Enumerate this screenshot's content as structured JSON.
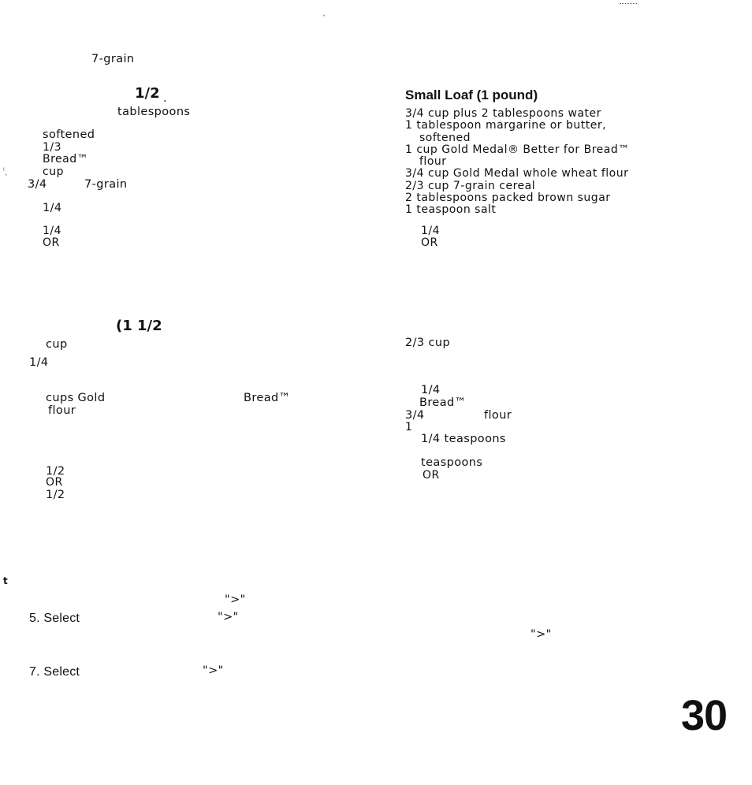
{
  "left_col": {
    "l1": "7-grain",
    "l2": "1/2",
    "l2_dot": ".",
    "l3": "tablespoons",
    "l4": "softened",
    "l5": "1/3",
    "l6": "Bread™",
    "l7": "cup",
    "l8a": "3/4",
    "l8b": "7-grain",
    "l9": "1/4",
    "l10": "1/4",
    "l11": "OR",
    "heading2": "(1 1/2",
    "l12": "cup",
    "l13": "1/4",
    "l14a": "cups Gold",
    "l14b": "Bread™",
    "l15": "flour",
    "l16": "1/2",
    "l17": "OR",
    "l18": "1/2",
    "stray_t": "t",
    "quote1": "\">\"",
    "step5": "5. Select",
    "quote2": "\">\"",
    "step7": "7. Select",
    "quote3": "\">\""
  },
  "right_col": {
    "heading": "Small Loaf (1 pound)",
    "ingredients": [
      {
        "text": "3/4 cup plus 2 tablespoons water",
        "indent": false
      },
      {
        "text": "1 tablespoon margarine or butter,",
        "indent": false
      },
      {
        "text": "softened",
        "indent": true
      },
      {
        "text": "1 cup Gold Medal® Better for Bread™",
        "indent": false
      },
      {
        "text": "flour",
        "indent": true
      },
      {
        "text": "3/4 cup Gold Medal whole wheat flour",
        "indent": false
      },
      {
        "text": "2/3 cup 7-grain cereal",
        "indent": false
      },
      {
        "text": "2 tablespoons packed brown sugar",
        "indent": false
      },
      {
        "text": "1 teaspoon salt",
        "indent": false
      }
    ],
    "r1": "1/4",
    "r2": "OR",
    "r3": "2/3 cup",
    "r4": "1/4",
    "r5": "Bread™",
    "r6a": "3/4",
    "r6b": "flour",
    "r7": "1",
    "r8": "1/4 teaspoons",
    "r9": "teaspoons",
    "r10": "OR",
    "quote4": "\">\""
  },
  "page_number": "30"
}
